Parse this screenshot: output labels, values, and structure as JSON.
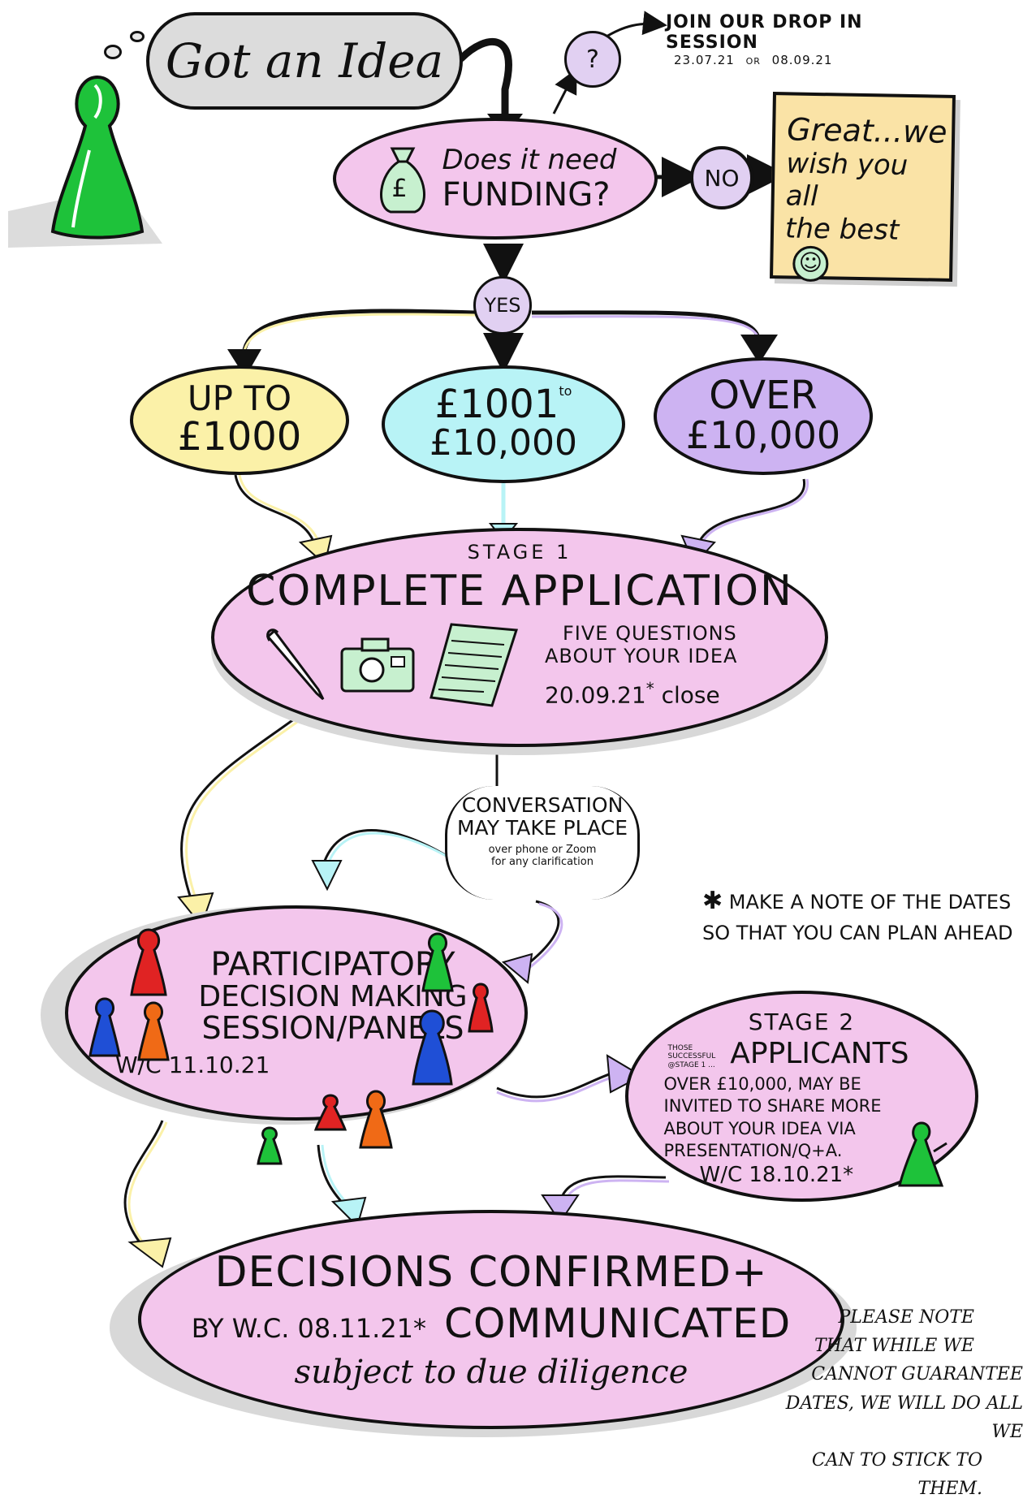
{
  "start": {
    "title": "Got an Idea",
    "question_mark": "?",
    "drop_in": {
      "text": "JOIN OUR DROP IN SESSION",
      "date1": "23.07.21",
      "separator": "OR",
      "date2": "08.09.21"
    }
  },
  "funding_question": {
    "line1": "Does it need",
    "line2": "FUNDING?",
    "currency_symbol": "£"
  },
  "no_branch": {
    "label": "NO",
    "note_line1": "Great...we",
    "note_line2": "wish you all",
    "note_line3": "the best",
    "smiley": "☺"
  },
  "yes_branch": {
    "label": "YES"
  },
  "amounts": [
    {
      "line1": "UP TO",
      "line2": "£1000",
      "color": "#fbf1a8"
    },
    {
      "line1": "£1001",
      "sup": "to",
      "line2": "£10,000",
      "color": "#b8f3f6"
    },
    {
      "line1": "OVER",
      "line2": "£10,000",
      "color": "#cdb3f2"
    }
  ],
  "stage1": {
    "stage_label": "STAGE 1",
    "title": "COMPLETE APPLICATION",
    "questions_line1": "FIVE QUESTIONS",
    "questions_line2": "ABOUT YOUR IDEA",
    "close_date": "20.09.21",
    "asterisk": "*",
    "close_word": "close"
  },
  "conversation": {
    "line1": "CONVERSATION",
    "line2": "MAY TAKE PLACE",
    "line3": "over phone or Zoom",
    "line4": "for any clarification"
  },
  "dates_note": {
    "asterisk": "✱",
    "line1": "MAKE A NOTE OF THE DATES",
    "line2": "SO THAT YOU CAN PLAN AHEAD"
  },
  "panels": {
    "line1": "PARTICIPATORY",
    "line2": "DECISION MAKING",
    "line3": "SESSION/PANELS",
    "date": "W/C 11.10.21"
  },
  "stage2": {
    "stage_label": "STAGE 2",
    "small_note_line1": "THOSE",
    "small_note_line2": "SUCCESSFUL",
    "small_note_line3": "@STAGE 1 ...",
    "title": "APPLICANTS",
    "line1": "OVER £10,000, MAY BE",
    "line2": "INVITED TO SHARE MORE",
    "line3": "ABOUT YOUR IDEA VIA",
    "line4": "PRESENTATION/Q+A.",
    "date": "W/C 18.10.21*"
  },
  "decisions": {
    "title": "DECISIONS CONFIRMED+",
    "by_date": "BY W.C. 08.11.21*",
    "communicated": "COMMUNICATED",
    "subject": "subject to due diligence"
  },
  "please_note": {
    "line1": "PLEASE NOTE",
    "line2": "THAT WHILE WE",
    "line3": "CANNOT GUARANTEE",
    "line4": "DATES, WE WILL DO ALL WE",
    "line5": "CAN TO STICK TO THEM."
  },
  "colors": {
    "pink": "#f3c6ec",
    "lilac": "#e1d0f2",
    "note_yellow": "#fae3a6",
    "yellow": "#fbf1a8",
    "cyan": "#b8f3f6",
    "purple": "#cdb3f2",
    "green": "#1ec23a",
    "red": "#e02323",
    "blue": "#1f4fd6",
    "orange": "#f06a16"
  }
}
